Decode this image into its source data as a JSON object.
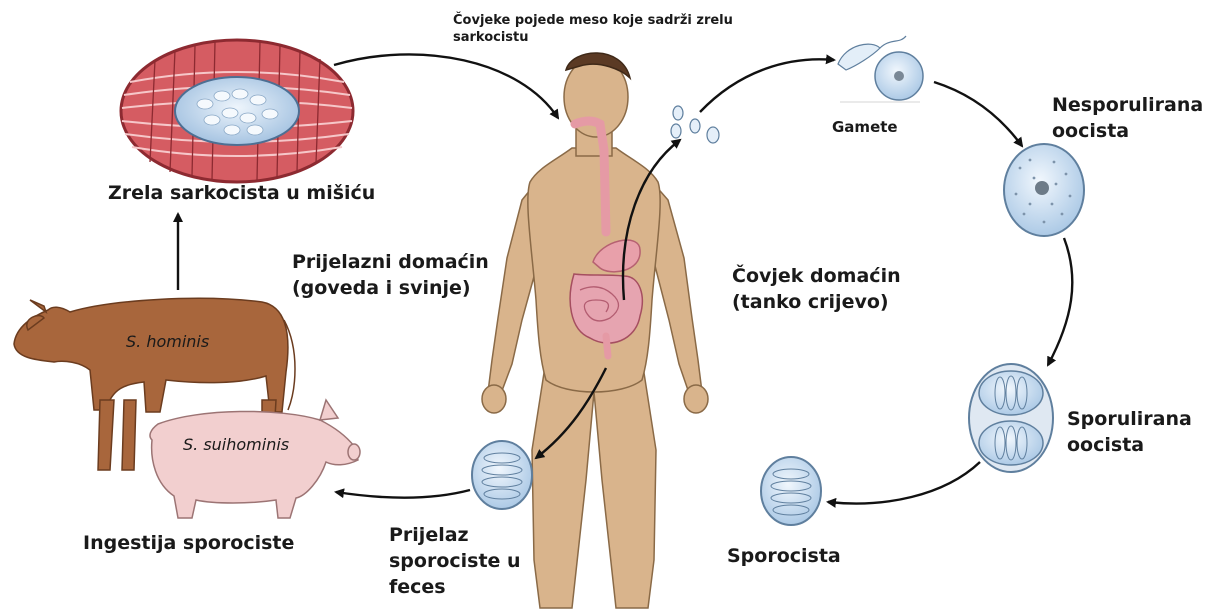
{
  "labels": {
    "top_caption_line1": "Čovjeke pojede meso koje sadrži zrelu",
    "top_caption_line2": "sarkocistu",
    "mature_sarcocyst": "Zrela sarkocista u mišiću",
    "intermediate_host_line1": "Prijelazni domaćin",
    "intermediate_host_line2": "(goveda i svinje)",
    "human_host_line1": "Čovjek domaćin",
    "human_host_line2": "(tanko crijevo)",
    "gametes": "Gamete",
    "unsporulated_line1": "Nesporulirana",
    "unsporulated_line2": "oocista",
    "sporulated_line1": "Sporulirana",
    "sporulated_line2": "oocista",
    "sporocyst": "Sporocista",
    "passage_line1": "Prijelaz",
    "passage_line2": "sporociste u",
    "passage_line3": "feces",
    "ingestion": "Ingestija sporociste"
  },
  "species": {
    "cattle": "S. hominis",
    "pig": "S. suihominis"
  },
  "colors": {
    "skin": "#d9b48c",
    "cattle": "#a8663c",
    "pig": "#f2cfcf",
    "muscle": "#d9656a",
    "cyst": "#cfe0f1",
    "arrow": "#111111"
  }
}
